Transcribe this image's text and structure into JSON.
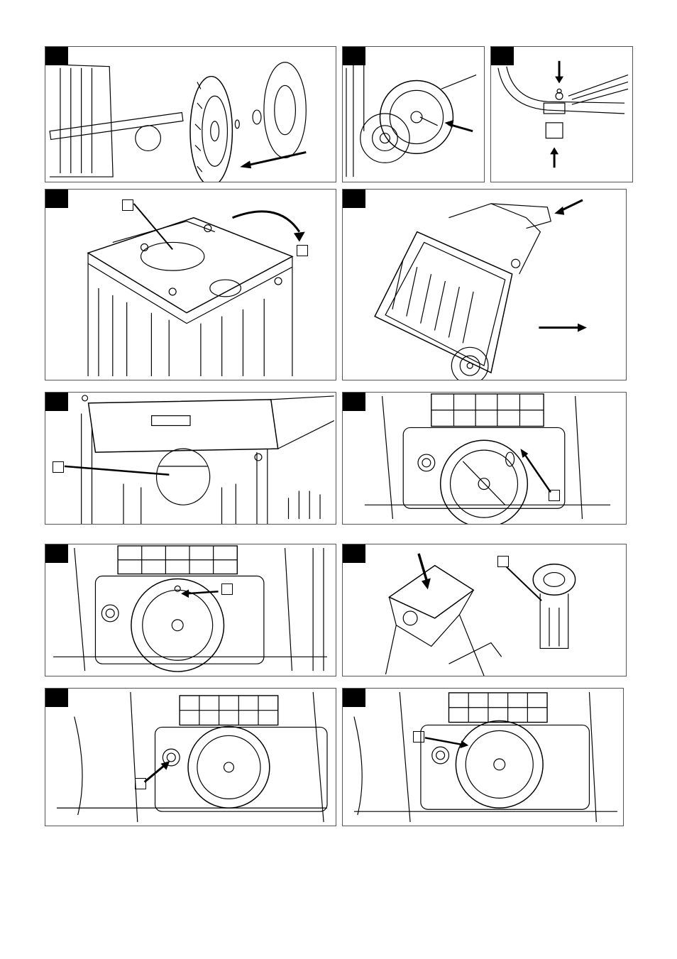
{
  "page": {
    "panels": [
      {
        "id": "fig-1",
        "caption": ""
      },
      {
        "id": "fig-2",
        "caption": ""
      },
      {
        "id": "fig-3",
        "caption": ""
      },
      {
        "id": "fig-4",
        "caption": ""
      },
      {
        "id": "fig-5",
        "caption": ""
      },
      {
        "id": "fig-6",
        "caption": ""
      },
      {
        "id": "fig-7",
        "caption": ""
      },
      {
        "id": "fig-8",
        "caption": ""
      },
      {
        "id": "fig-9",
        "caption": ""
      },
      {
        "id": "fig-10",
        "caption": ""
      },
      {
        "id": "fig-11",
        "caption": ""
      },
      {
        "id": "fig-12",
        "caption": ""
      }
    ],
    "icons": [
      "warning-icon",
      "no-hands-icon",
      "ejection-hazard-icon",
      "rotating-blade-icon",
      "eye-protection-icon",
      "read-manual-icon",
      "unplug-icon",
      "keep-distance-icon",
      "ear-protection-icon",
      "gloves-icon"
    ],
    "colors": {
      "line": "#000000",
      "border": "#555555",
      "badge": "#000000"
    }
  }
}
